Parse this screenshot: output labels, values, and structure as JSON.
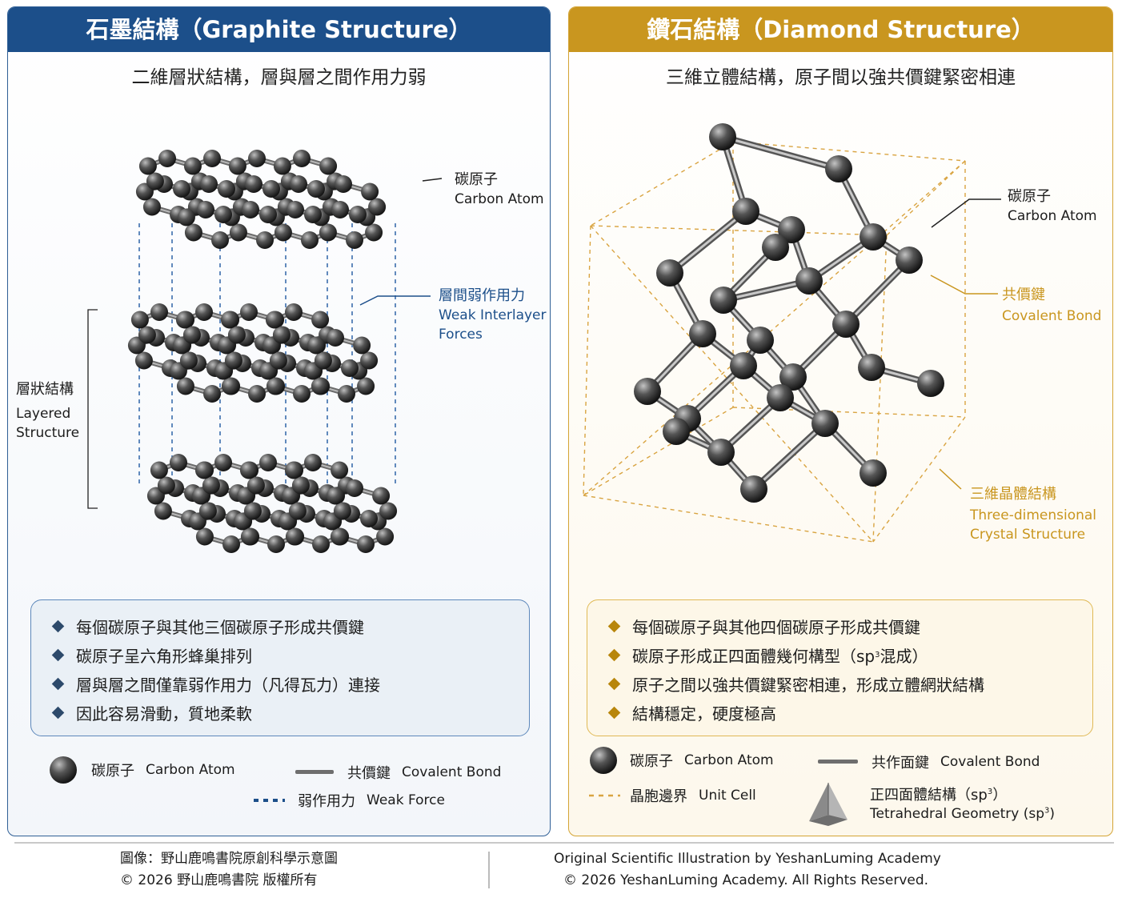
{
  "graphite": {
    "title": "石墨結構（Graphite Structure）",
    "subtitle": "二維層狀結構，層與層之間作用力弱",
    "labels": {
      "atom_zh": "碳原子",
      "atom_en": "Carbon Atom",
      "weak_zh": "層間弱作用力",
      "weak_en_1": "Weak Interlayer",
      "weak_en_2": "Forces",
      "layer_zh": "層狀結構",
      "layer_en_1": "Layered",
      "layer_en_2": "Structure"
    },
    "bullets": [
      "每個碳原子與其他三個碳原子形成共價鍵",
      "碳原子呈六角形蜂巢排列",
      "層與層之間僅靠弱作用力（凡得瓦力）連接",
      "因此容易滑動，質地柔軟"
    ],
    "legend": {
      "atom_zh": "碳原子",
      "atom_en": "Carbon Atom",
      "bond_zh": "共價鍵",
      "bond_en": "Covalent Bond",
      "weak_zh": "弱作用力",
      "weak_en": "Weak Force"
    }
  },
  "diamond": {
    "title": "鑽石結構（Diamond Structure）",
    "subtitle": "三維立體結構，原子間以強共價鍵緊密相連",
    "labels": {
      "atom_zh": "碳原子",
      "atom_en": "Carbon Atom",
      "bond_zh": "共價鍵",
      "bond_en": "Covalent Bond",
      "crystal_zh": "三維晶體結構",
      "crystal_en_1": "Three-dimensional",
      "crystal_en_2": "Crystal Structure"
    },
    "bullets": [
      "每個碳原子與其他四個碳原子形成共價鍵",
      "碳原子形成正四面體幾何構型（sp",
      "原子之間以強共價鍵緊密相連，形成立體網狀結構",
      "結構穩定，硬度極高"
    ],
    "bullet2_sup": "3",
    "bullet2_tail": " 混成）",
    "legend": {
      "atom_zh": "碳原子",
      "atom_en": "Carbon Atom",
      "bond_zh": "共作面鍵",
      "bond_en": "Covalent Bond",
      "cell_zh": "晶胞邊界",
      "cell_en": "Unit Cell",
      "tetra_zh": "正四面體結構（sp",
      "tetra_zh_sup": "3",
      "tetra_zh_tail": "）",
      "tetra_en": "Tetrahedral Geometry (sp",
      "tetra_en_sup": "3",
      "tetra_en_tail": ")"
    }
  },
  "footer": {
    "left_1": "圖像：野山鹿鳴書院原創科學示意圖",
    "left_2": "© 2026  野山鹿鳴書院      版權所有",
    "right_1": "Original Scientific Illustration by YeshanLuming Academy",
    "right_2": "© 2026  YeshanLuming Academy. All Rights Reserved."
  },
  "colors": {
    "graphite_accent": "#1c4f8a",
    "diamond_accent": "#c9961f",
    "atom": "#3a3a3a",
    "weak_force": "#1c4f8a",
    "unit_cell": "#d9a441"
  }
}
